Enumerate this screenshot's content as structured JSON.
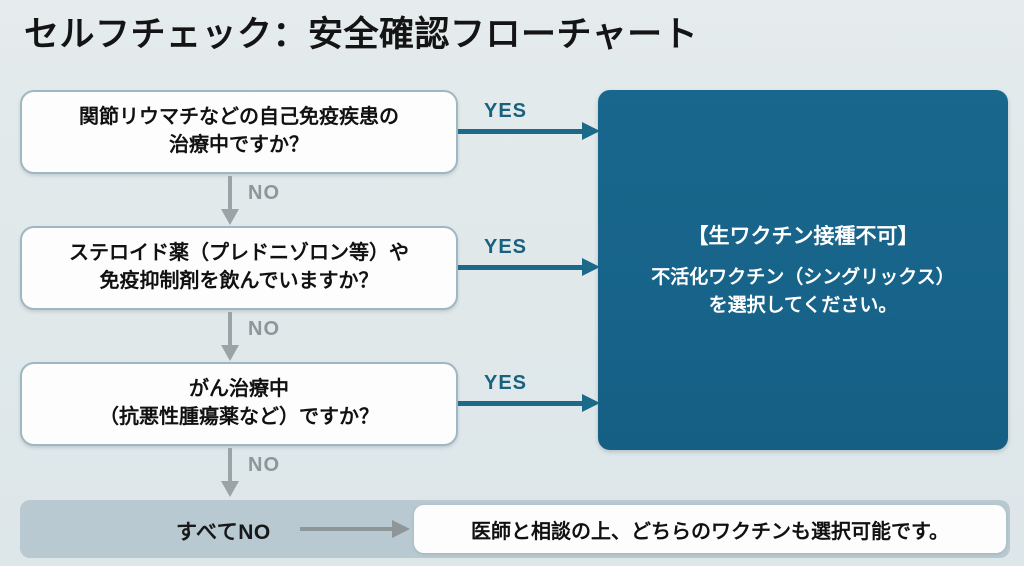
{
  "title": "セルフチェック：安全確認フローチャート",
  "colors": {
    "background": "#e3eaec",
    "panel_teal": "#186489",
    "yes_accent": "#1b6a89",
    "no_gray": "#8d9698",
    "band_gray": "#b9c9d1",
    "box_border": "#9fb7c2",
    "box_fill": "#fdfdfd"
  },
  "questions": [
    {
      "id": "q1",
      "text": "関節リウマチなどの自己免疫疾患の\n治療中ですか？",
      "yes_label": "YES",
      "no_label": "NO"
    },
    {
      "id": "q2",
      "text": "ステロイド薬（プレドニゾロン等）や\n免疫抑制剤を飲んでいますか？",
      "yes_label": "YES",
      "no_label": "NO"
    },
    {
      "id": "q3",
      "text": "がん治療中\n（抗悪性腫瘍薬など）ですか？",
      "yes_label": "YES",
      "no_label": "NO"
    }
  ],
  "result_panel": {
    "heading": "【生ワクチン接種不可】",
    "body": "不活化ワクチン（シングリックス）\nを選択してください。"
  },
  "bottom": {
    "all_no_label": "すべてNO",
    "result_text": "医師と相談の上、どちらのワクチンも選択可能です。"
  }
}
